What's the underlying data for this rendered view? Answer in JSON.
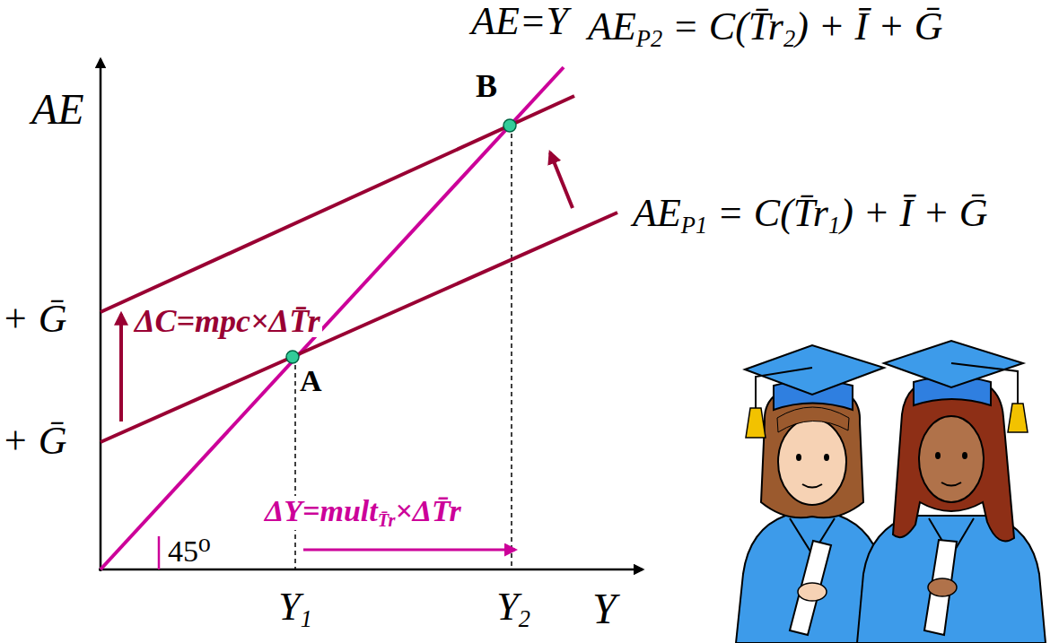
{
  "diagram": {
    "labels": [
      "AE=Y",
      "B",
      "AEP2 = C(T̄r2) + Ī + Ḡ",
      "AE",
      "AEP1 = C(T̄r1) + Ī + Ḡ",
      "+ Ḡ",
      "ΔC=mpc×ΔT̄r",
      "A",
      "+ Ḡ",
      "ΔY=multT̄r×ΔT̄r",
      "45⁰",
      "Y1",
      "Y2",
      "Y"
    ]
  }
}
